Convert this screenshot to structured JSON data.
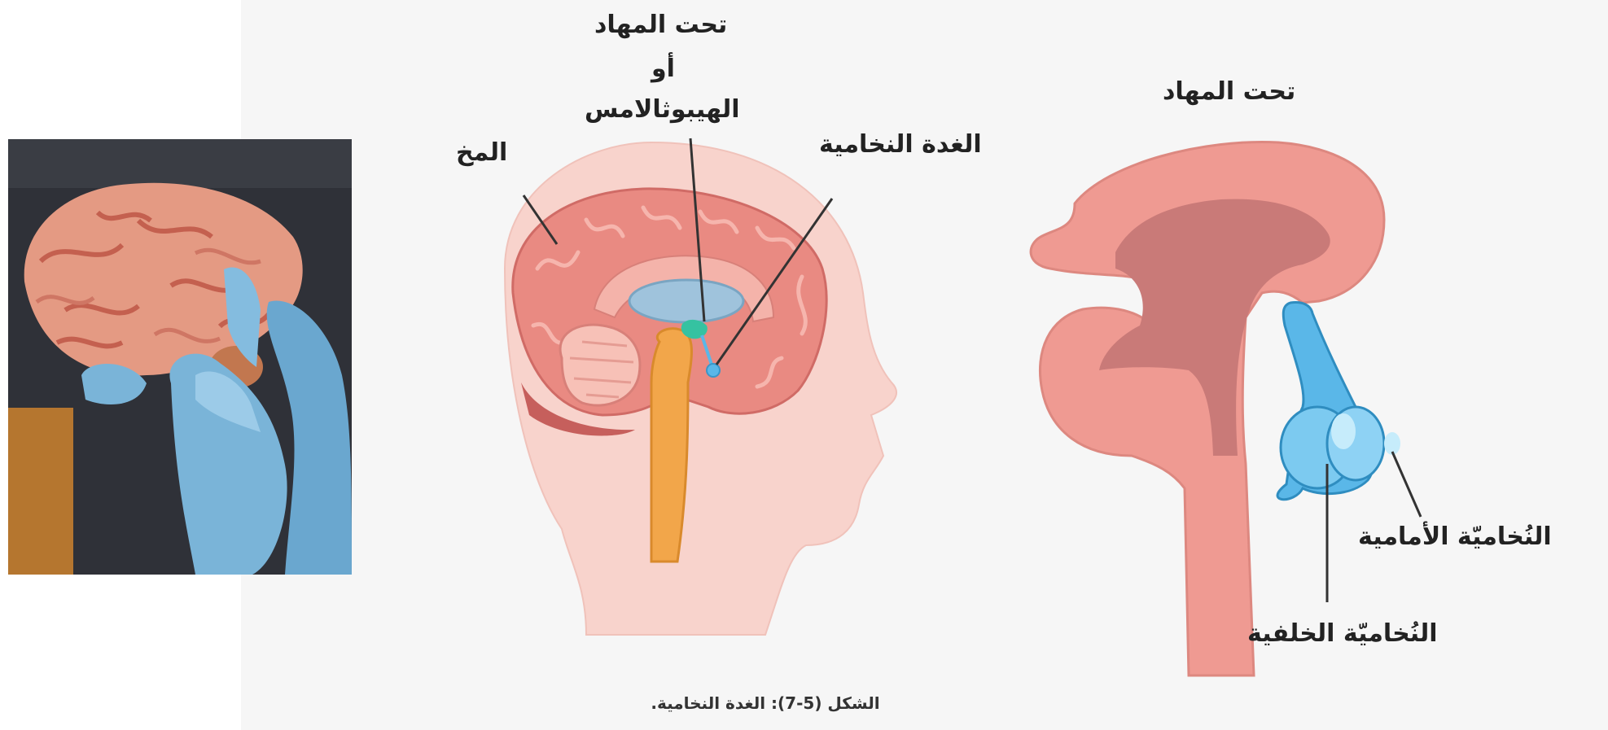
{
  "labels": {
    "hypothalamus_title_top": "تحت المهاد",
    "or_word": "أو",
    "hypothalamus_alt": "الهيبوثالامس",
    "brain": "المخ",
    "pituitary": "الغدة النخامية",
    "hypothalamus_right": "تحت المهاد",
    "anterior_pituitary": "النُخاميّة الأمامية",
    "posterior_pituitary": "النُخاميّة الخلفية"
  },
  "caption": "الشكل (5-7): الغدة النخامية.",
  "colors": {
    "brain": "#e98a82",
    "head": "#f8d3cc",
    "ventricle": "#9fc3dc",
    "brainstem": "#f2a64a",
    "hypothalamus_marker": "#35c2a1",
    "pituitary": "#5ab7e8",
    "stalk": "#ef9a92",
    "core": "#c97a78",
    "glove": "#7ab4d8"
  }
}
